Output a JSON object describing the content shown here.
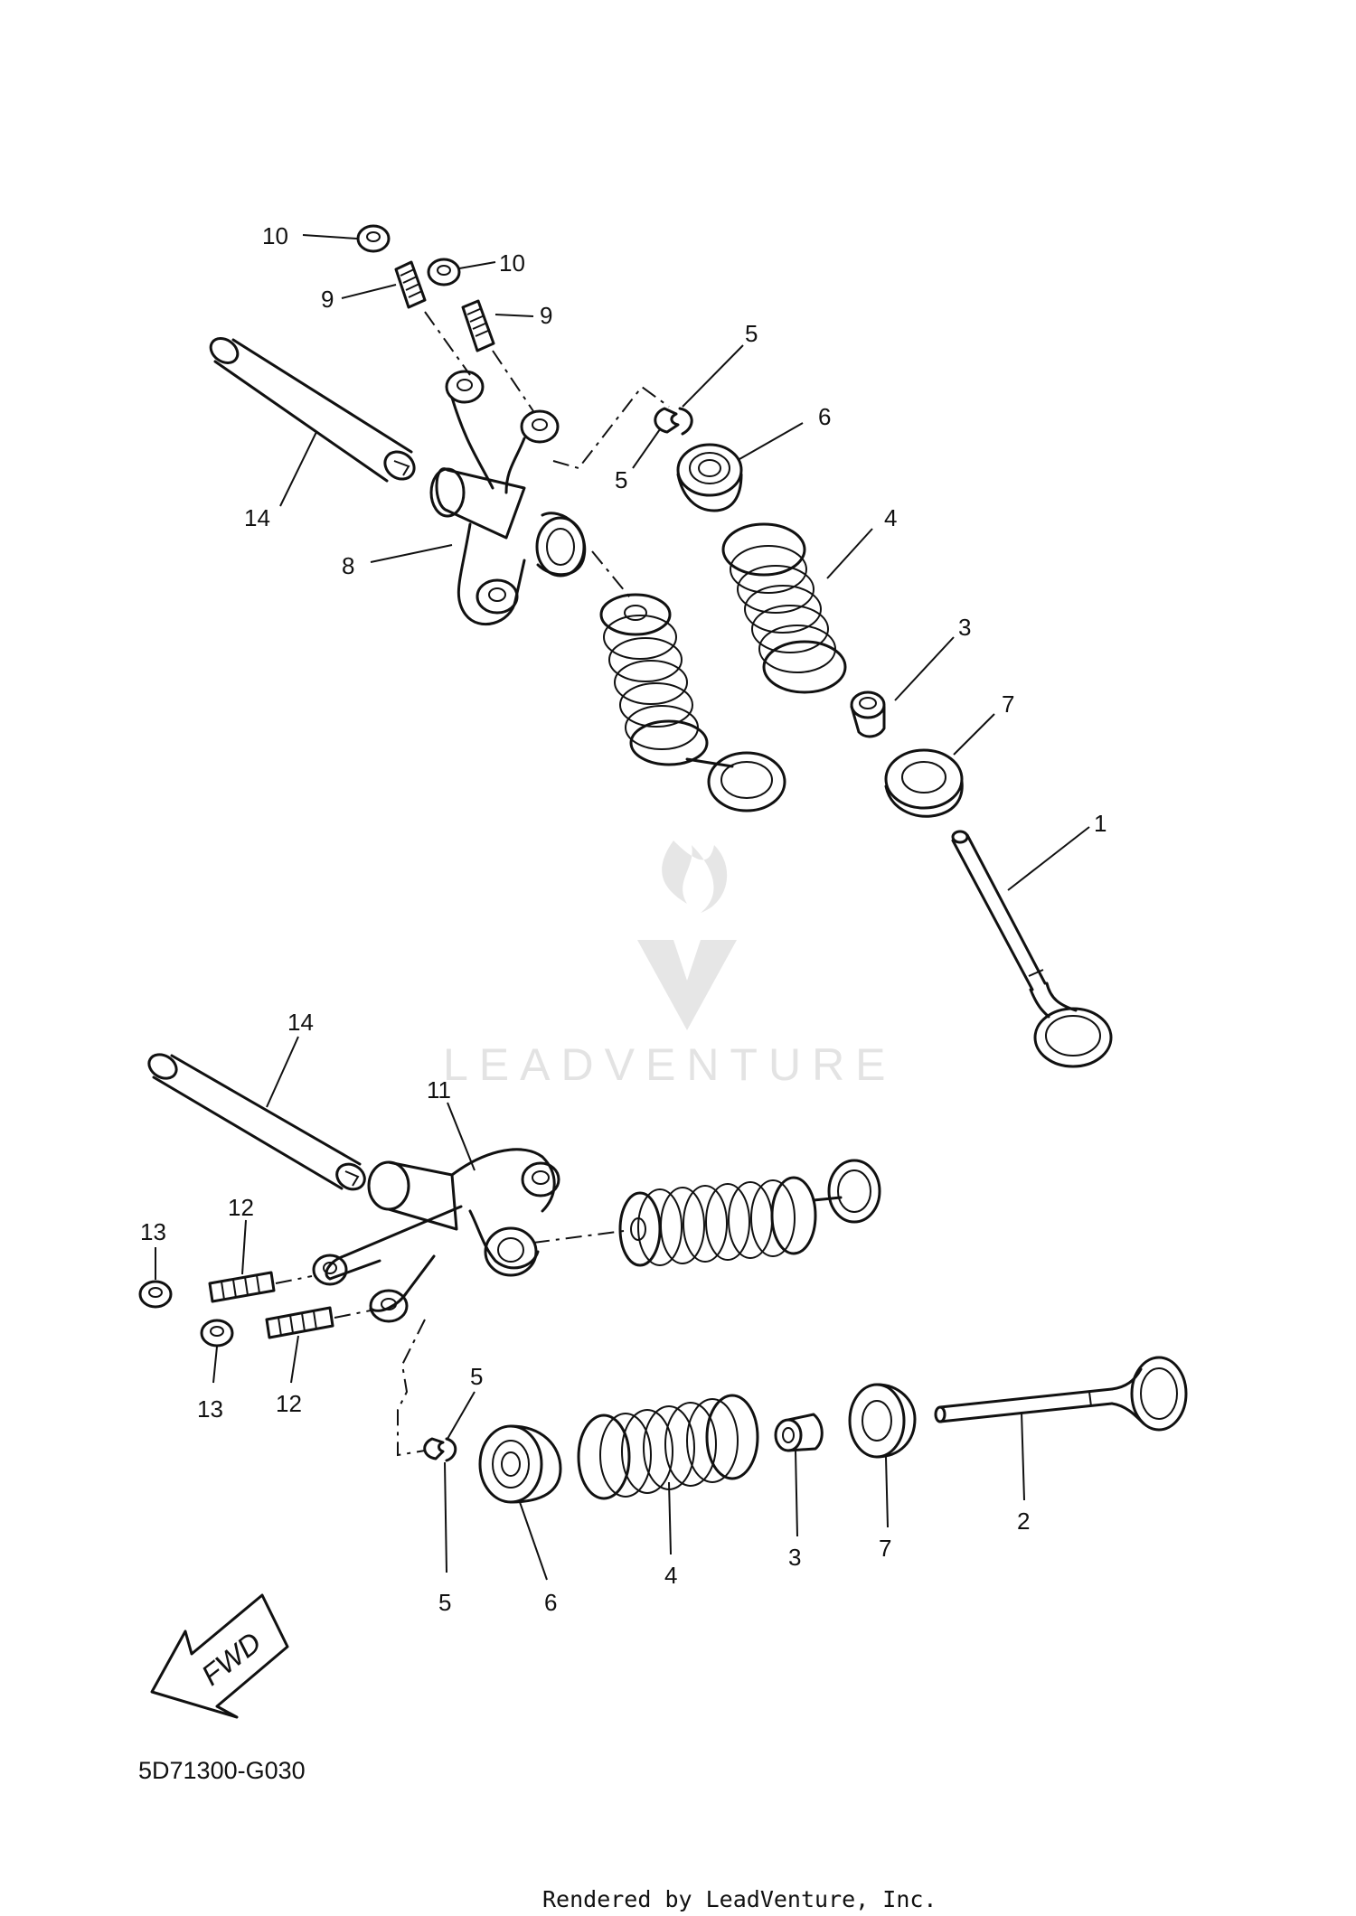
{
  "diagram_code": "5D71300-G030",
  "footer_credit": "Rendered by LeadVenture, Inc.",
  "watermark_text": "LEADVENTURE",
  "fwd_label": "FWD",
  "callouts": [
    {
      "id": "c10a",
      "label": "10"
    },
    {
      "id": "c10b",
      "label": "10"
    },
    {
      "id": "c9a",
      "label": "9"
    },
    {
      "id": "c9b",
      "label": "9"
    },
    {
      "id": "c5a",
      "label": "5"
    },
    {
      "id": "c5b",
      "label": "5"
    },
    {
      "id": "c6a",
      "label": "6"
    },
    {
      "id": "c14a",
      "label": "14"
    },
    {
      "id": "c8",
      "label": "8"
    },
    {
      "id": "c4a",
      "label": "4"
    },
    {
      "id": "c3a",
      "label": "3"
    },
    {
      "id": "c7a",
      "label": "7"
    },
    {
      "id": "c1",
      "label": "1"
    },
    {
      "id": "c14b",
      "label": "14"
    },
    {
      "id": "c11",
      "label": "11"
    },
    {
      "id": "c13a",
      "label": "13"
    },
    {
      "id": "c12a",
      "label": "12"
    },
    {
      "id": "c13b",
      "label": "13"
    },
    {
      "id": "c12b",
      "label": "12"
    },
    {
      "id": "c5c",
      "label": "5"
    },
    {
      "id": "c5d",
      "label": "5"
    },
    {
      "id": "c6b",
      "label": "6"
    },
    {
      "id": "c4b",
      "label": "4"
    },
    {
      "id": "c3b",
      "label": "3"
    },
    {
      "id": "c7b",
      "label": "7"
    },
    {
      "id": "c2",
      "label": "2"
    }
  ]
}
